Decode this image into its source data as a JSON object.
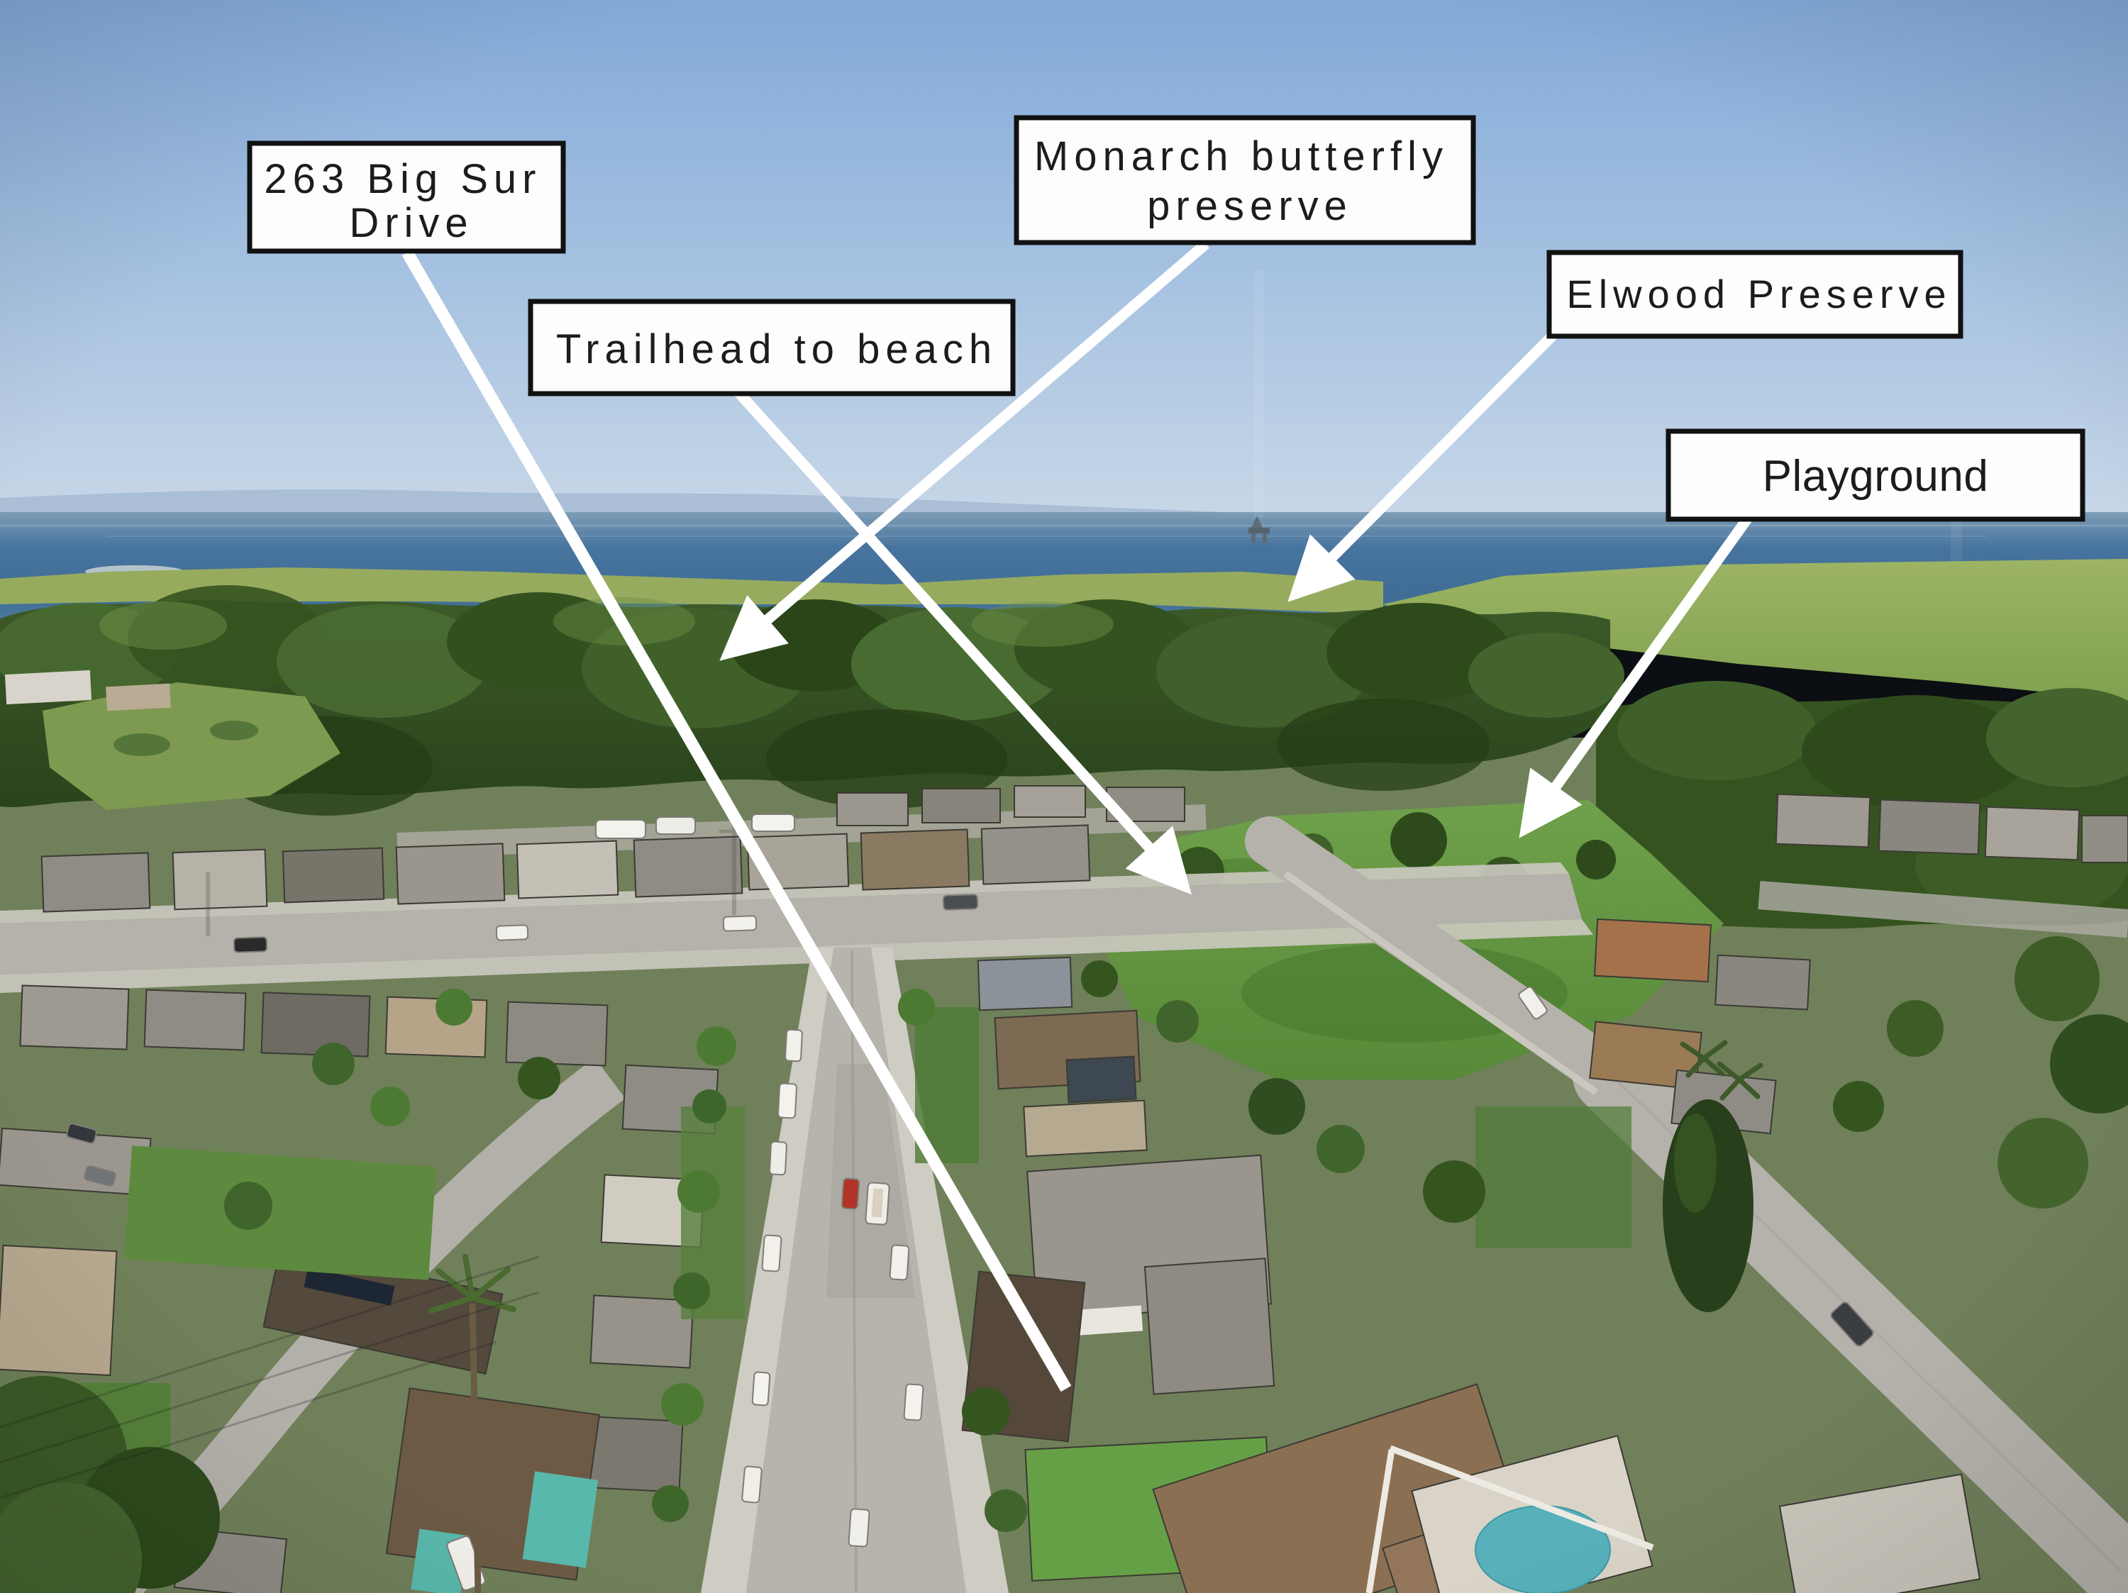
{
  "annotations": {
    "address": {
      "text": "263 Big Sur Drive",
      "line1": "263 Big Sur",
      "line2": "Drive"
    },
    "monarch": {
      "text": "Monarch butterfly preserve",
      "line1": "Monarch butterfly",
      "line2": "preserve"
    },
    "trailhead": {
      "text": "Trailhead to beach"
    },
    "elwood": {
      "text": "Elwood Preserve"
    },
    "playground": {
      "text": "Playground"
    }
  },
  "style": {
    "label_background": "#fdfdfd",
    "label_border": "#111111",
    "label_text": "#1c1c1c",
    "arrow_color": "#ffffff"
  },
  "scene": {
    "type": "aerial-drone-photo",
    "setting": "coastal suburban neighborhood viewed from above, ocean and hazy island on horizon, eucalyptus forest belt, open green preserve land, residential streets with parked cars, backyard swimming pool",
    "sky_color": "#8fb4e0",
    "ocean_color": "#3f6d96",
    "forest_color": "#35531f",
    "field_color": "#8fa657",
    "street_color": "#b5b2ab"
  }
}
